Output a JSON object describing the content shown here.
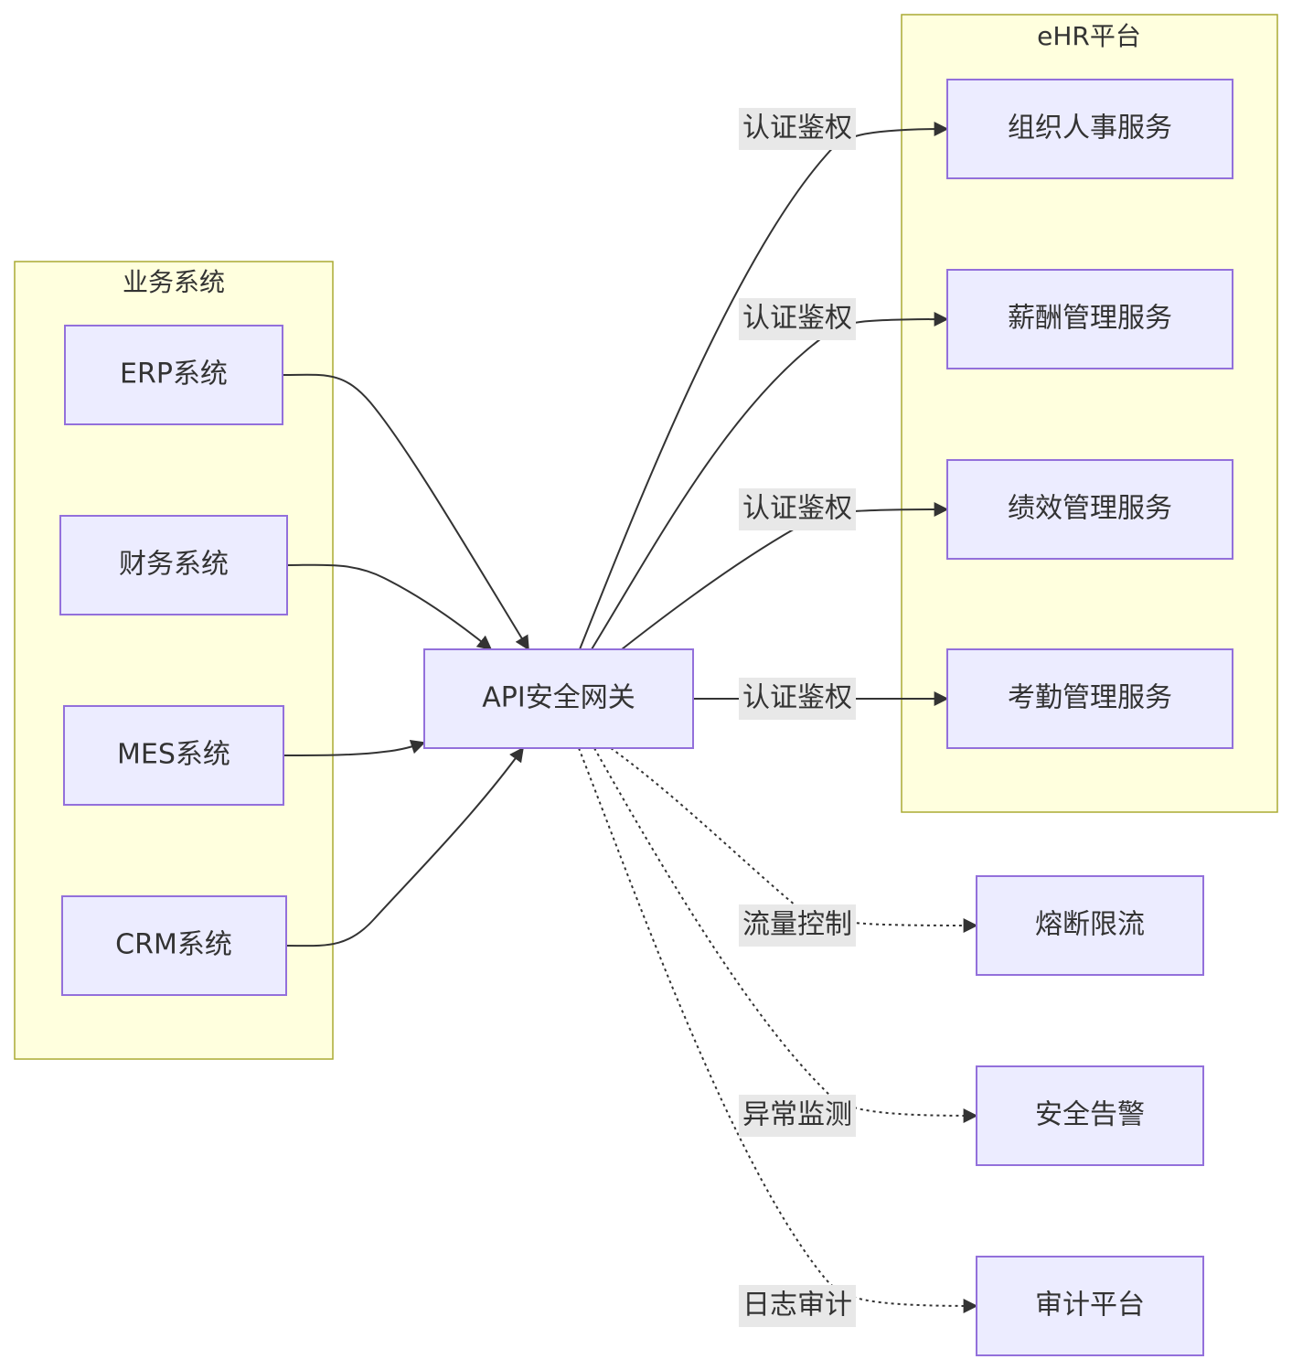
{
  "clusters": {
    "business": {
      "title": "业务系统"
    },
    "ehr": {
      "title": "eHR平台"
    }
  },
  "nodes": {
    "erp": "ERP系统",
    "finance": "财务系统",
    "mes": "MES系统",
    "crm": "CRM系统",
    "gateway": "API安全网关",
    "org": "组织人事服务",
    "salary": "薪酬管理服务",
    "perf": "绩效管理服务",
    "attend": "考勤管理服务",
    "circuit": "熔断限流",
    "alert": "安全告警",
    "audit": "审计平台"
  },
  "edge_labels": {
    "auth_org": "认证鉴权",
    "auth_salary": "认证鉴权",
    "auth_perf": "认证鉴权",
    "auth_attend": "认证鉴权",
    "traffic": "流量控制",
    "anomaly": "异常监测",
    "log": "日志审计"
  },
  "colors": {
    "cluster_fill": "#ffffde",
    "cluster_stroke": "#aaaa33",
    "node_fill": "#ececff",
    "node_stroke": "#9370db",
    "edge": "#333333",
    "edge_label_bg": "#e8e8e8"
  }
}
